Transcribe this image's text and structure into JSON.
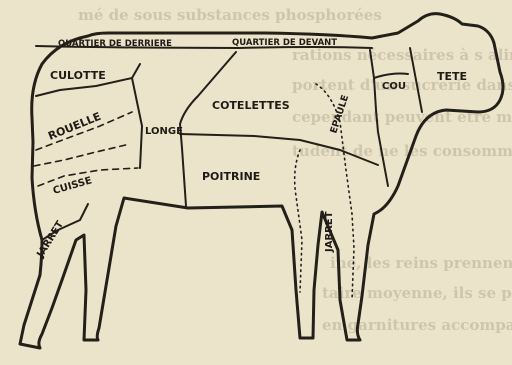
{
  "diagram": {
    "cut_labels": {
      "quartier_de_derriere": "QUARTIER DE DERRIERE",
      "quartier_de_devant": "QUARTIER DE DEVANT",
      "culotte": "CULOTTE",
      "rouelle": "ROUELLE",
      "longe": "LONGE",
      "cotelettes": "COTELETTES",
      "epaule": "EPAULE",
      "cou": "COU",
      "tete": "TETE",
      "poitrine": "POITRINE",
      "cuisse": "CUISSE",
      "jarret_back": "JARRET",
      "jarret_front": "JARRET"
    },
    "background_text": [
      "mé de sous substances phosphorées",
      "rations nécessaires à s alimentation, te",
      "portent d'un sucrerie dans les aux",
      "cependant peuvent être mangées, qui",
      "tudent de ne les consommer que fraîches",
      "ine, les reins prennent le nom de rognons",
      "taire moyenne, ils se préparent en ragoût",
      "en garnitures accompagnant d'autres plats"
    ]
  }
}
